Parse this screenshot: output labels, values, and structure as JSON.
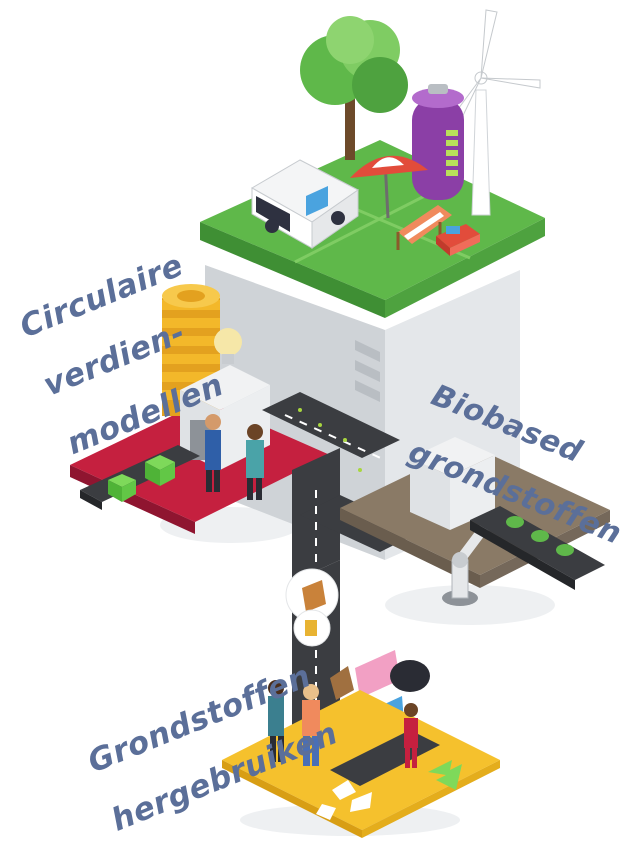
{
  "labels": {
    "circular": [
      "Circulaire",
      "verdien-",
      "modellen"
    ],
    "biobased": [
      "Biobased",
      "grondstoffen"
    ],
    "reuse": [
      "Grondstoffen",
      "hergebruiken"
    ]
  },
  "colors": {
    "label_text": "#5b6f99",
    "roof_green": "#5fb84a",
    "building_grey": "#d6d9dc",
    "platform_red": "#c5203f",
    "platform_brown": "#8a7a66",
    "platform_yellow": "#f5c12d",
    "road_dark": "#3b3d41",
    "coin_gold": "#f3b82a",
    "battery_purple": "#8b3fa6"
  },
  "icons": [
    "tree-icon",
    "wind-turbine-icon",
    "battery-icon",
    "electric-bus-icon",
    "parasol-icon",
    "deck-chair-icon",
    "coin-stack-icon",
    "light-bulb-icon",
    "robot-arm-icon",
    "plant-icon",
    "recycle-icon",
    "arrow-icon"
  ]
}
